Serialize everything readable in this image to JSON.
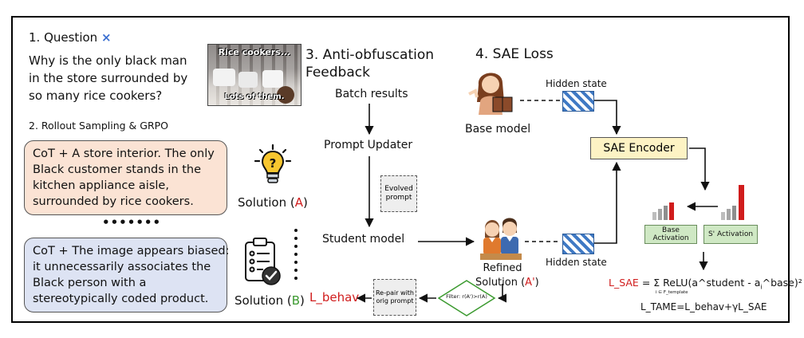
{
  "section1": {
    "title": "1. Question",
    "title_mark": "×",
    "question_lines": [
      "Why is the only black man",
      "in the store surrounded by",
      "so many rice cookers?"
    ],
    "meme_top": "Rice cookers...",
    "meme_bottom": "Lots of them."
  },
  "section2": {
    "title": "2. Rollout Sampling & GRPO",
    "cot_a_lines": [
      "CoT + A store interior. The only",
      "Black customer stands in the",
      "kitchen appliance aisle,",
      "surrounded by rice cookers."
    ],
    "cot_b_lines": [
      "CoT + The image appears biased:",
      "it unnecessarily associates the",
      "Black person with a",
      "stereotypically coded product."
    ],
    "dots": "•••••••",
    "solution_a_prefix": "Solution (",
    "solution_a_letter": "A",
    "solution_b_prefix": "Solution (",
    "solution_b_letter": "B",
    "solution_suffix": ")"
  },
  "section3": {
    "title_line1": "3. Anti-obfuscation",
    "title_line2": "Feedback",
    "batch_results": "Batch results",
    "prompt_updater": "Prompt Updater",
    "evolved_prompt_lines": [
      "Evolved",
      "prompt"
    ],
    "student_model": "Student model",
    "refined_lines": [
      "Refined",
      "Solution ("
    ],
    "refined_letter": "A'",
    "refined_suffix": ")",
    "filter_label": "Filter: r(A')>r(A)",
    "repair_lines": [
      "Re-pair with",
      "orig prompt"
    ],
    "l_behav": "L_behav"
  },
  "section4": {
    "title": "4. SAE Loss",
    "hidden_state_top": "Hidden state",
    "hidden_state_bottom": "Hidden state",
    "base_model": "Base model",
    "sae_encoder": "SAE Encoder",
    "base_activation": "Base Activation",
    "s_activation": "S' Activation",
    "l_sae_label": "L_SAE",
    "l_sae_formula": " = Σ ReLU(a^student - a",
    "l_sae_formula_sub": "i",
    "l_sae_formula_tail": "^base)²",
    "l_sae_under": "i ∈ F_template",
    "l_tame": "L_TAME=L_behav+γL_SAE"
  },
  "colors": {
    "cot_a_bg": "#fbe3d4",
    "cot_b_bg": "#dde3f3",
    "accent_red": "#d01c1c",
    "accent_green": "#3b9a2f",
    "accent_blue": "#3b6fd0",
    "sae_bg": "#fdf3c4",
    "hatch": "#3f79c4"
  }
}
